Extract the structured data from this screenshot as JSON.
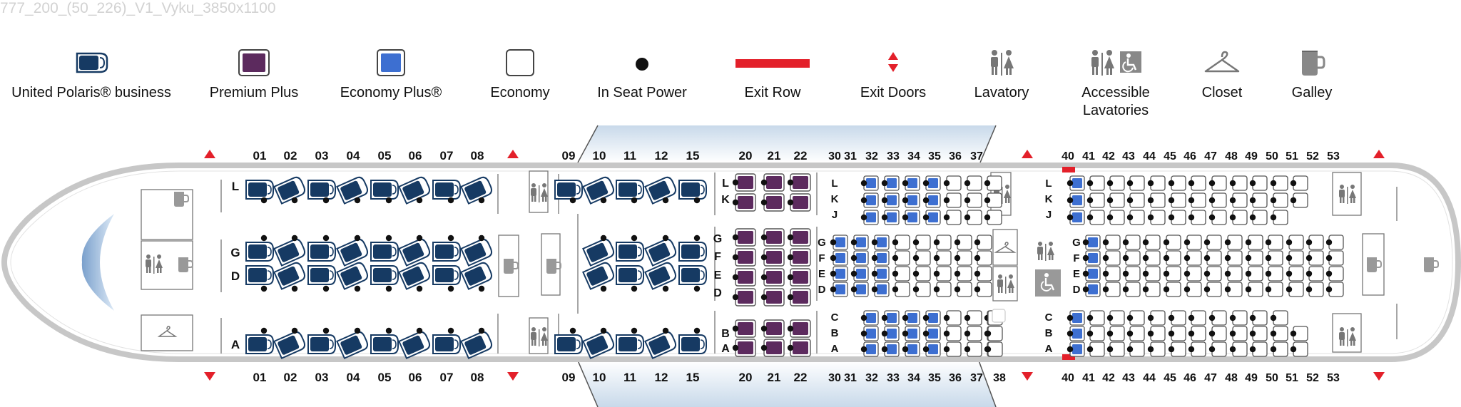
{
  "file_title": "777_200_(50_226)_V1_Vyku_3850x1100",
  "legend": [
    {
      "label": "United Polaris® business",
      "icon": "polaris-seat-icon"
    },
    {
      "label": "Premium Plus",
      "icon": "premium-plus-seat-icon",
      "color": "#5c2a5e"
    },
    {
      "label": "Economy Plus®",
      "icon": "economy-plus-seat-icon",
      "color": "#3d6fd1"
    },
    {
      "label": "Economy",
      "icon": "economy-seat-icon"
    },
    {
      "label": "In Seat Power",
      "icon": "power-dot-icon"
    },
    {
      "label": "Exit Row",
      "icon": "exit-row-bar-icon",
      "color": "#e3202a"
    },
    {
      "label": "Exit Doors",
      "icon": "exit-door-arrows-icon",
      "color": "#e3202a"
    },
    {
      "label": "Lavatory",
      "icon": "lavatory-icon"
    },
    {
      "label": "Accessible",
      "label2": "Lavatories",
      "icon": "accessible-lavatory-icon"
    },
    {
      "label": "Closet",
      "icon": "closet-hanger-icon"
    },
    {
      "label": "Galley",
      "icon": "galley-cup-icon"
    }
  ],
  "colors": {
    "polaris": "#163a63",
    "premium_plus": "#5c2a5e",
    "economy_plus": "#3d6fd1",
    "exit": "#e3202a",
    "fuselage": "#c7c7c7"
  },
  "rows": {
    "polaris_a": [
      "01",
      "02",
      "03",
      "04",
      "05",
      "06",
      "07",
      "08"
    ],
    "polaris_b": [
      "09",
      "10",
      "11",
      "12",
      "15"
    ],
    "premium": [
      "20",
      "21",
      "22"
    ],
    "cabin3_top": [
      "30",
      "31",
      "32",
      "33",
      "34",
      "35",
      "36",
      "37"
    ],
    "cabin3_bottom": [
      "30",
      "31",
      "32",
      "33",
      "34",
      "35",
      "36",
      "37",
      "38"
    ],
    "cabin4": [
      "40",
      "41",
      "42",
      "43",
      "44",
      "45",
      "46",
      "47",
      "48",
      "49",
      "50",
      "51",
      "52",
      "53"
    ]
  },
  "letters": {
    "polaris_top": [
      "L"
    ],
    "polaris_mid": [
      "G",
      "D"
    ],
    "polaris_bot": [
      "A"
    ],
    "premium_top": [
      "L",
      "K"
    ],
    "premium_mid": [
      "G",
      "F",
      "E",
      "D"
    ],
    "premium_bot": [
      "B",
      "A"
    ],
    "econ_top": [
      "L",
      "K",
      "J"
    ],
    "econ_mid": [
      "G",
      "F",
      "E",
      "D"
    ],
    "econ_bot": [
      "C",
      "B",
      "A"
    ]
  }
}
